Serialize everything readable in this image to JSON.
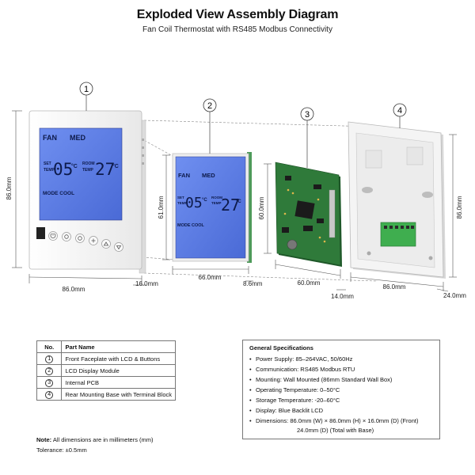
{
  "header": {
    "title": "Exploded View Assembly Diagram",
    "subtitle": "Fan Coil Thermostat with RS485 Modbus Connectivity"
  },
  "callouts": [
    "1",
    "2",
    "3",
    "4"
  ],
  "display": {
    "fan": "FAN",
    "med": "MED",
    "set": "SET",
    "temp": "TEMP",
    "room": "ROOM",
    "set_value": "05",
    "room_value": "27",
    "unit": "°C",
    "mode": "MODE COOL"
  },
  "dimensions": {
    "front_height": "86.0mm",
    "front_width": "86.0mm",
    "front_depth": "16.0mm",
    "lcd_height": "61.0mm",
    "lcd_width": "66.0mm",
    "lcd_depth": "8.6mm",
    "pcb_height": "60.0mm",
    "pcb_width": "60.0mm",
    "pcb_depth": "14.0mm",
    "base_width": "86.0mm",
    "base_height": "86.0mm",
    "base_depth": "24.0mm"
  },
  "parts_table": {
    "headers": [
      "No.",
      "Part Name"
    ],
    "rows": [
      {
        "no": "1",
        "name": "Front Faceplate with LCD & Buttons"
      },
      {
        "no": "2",
        "name": "LCD Display Module"
      },
      {
        "no": "3",
        "name": "Internal PCB"
      },
      {
        "no": "4",
        "name": "Rear Mounting Base with Terminal Block"
      }
    ]
  },
  "specs": {
    "title": "General Specifications",
    "items": [
      "Power Supply: 85–264VAC, 50/60Hz",
      "Communication: RS485 Modbus RTU",
      "Mounting: Wall Mounted (86mm Standard Wall Box)",
      "Operating Temperature: 0–50°C",
      "Storage Temperature: -20–60°C",
      "Display: Blue Backlit LCD",
      "Dimensions: 86.0mm (W) × 86.0mm (H) × 16.0mm (D) (Front)"
    ],
    "continuation": "24.0mm (D) (Total with Base)"
  },
  "note": {
    "label": "Note:",
    "text": "All dimensions are in millimeters (mm)",
    "tolerance": "Tolerance:  ±0.5mm"
  },
  "colors": {
    "lcd_blue": "#5a7de0",
    "pcb_green": "#2f7a3a",
    "terminal_green": "#3fae4f",
    "housing_white": "#f4f4f4"
  }
}
